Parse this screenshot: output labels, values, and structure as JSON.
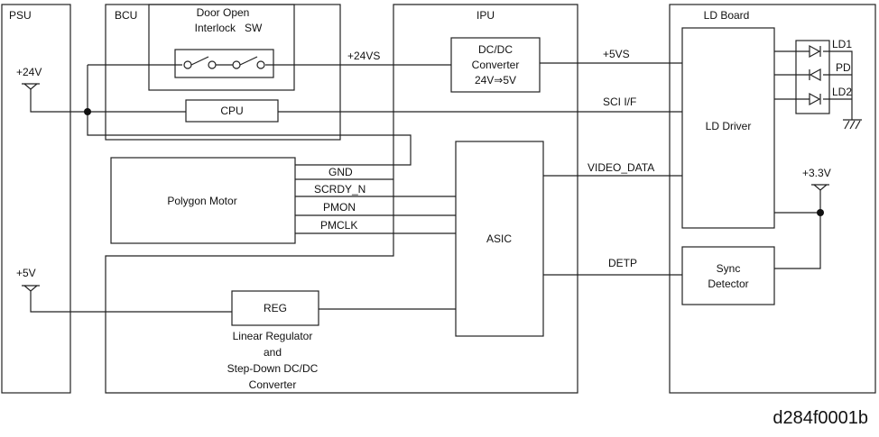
{
  "blocks": {
    "psu": "PSU",
    "bcu": "BCU",
    "ipu": "IPU",
    "ld_board": "LD Board",
    "door_switch": [
      "Door Open",
      "Interlock   SW"
    ],
    "cpu": "CPU",
    "dcdc": [
      "DC/DC",
      "Converter",
      "24V⇒5V"
    ],
    "polygon_motor": "Polygon Motor",
    "asic": "ASIC",
    "reg": "REG",
    "reg_caption": [
      "Linear Regulator",
      "and",
      "Step-Down DC/DC",
      "Converter"
    ],
    "ld_driver": "LD Driver",
    "sync_detector": [
      "Sync",
      "Detector"
    ]
  },
  "signals": {
    "psu_24v": "+24V",
    "psu_5v": "+5V",
    "vs24": "+24VS",
    "vs5": "+5VS",
    "sci": "SCI I/F",
    "gnd": "GND",
    "scrdy": "SCRDY_N",
    "pmon": "PMON",
    "pmclk": "PMCLK",
    "video": "VIDEO_DATA",
    "detp": "DETP",
    "v33": "+3.3V"
  },
  "diodes": [
    "LD1",
    "PD",
    "LD2"
  ],
  "figure_id": "d284f0001b"
}
